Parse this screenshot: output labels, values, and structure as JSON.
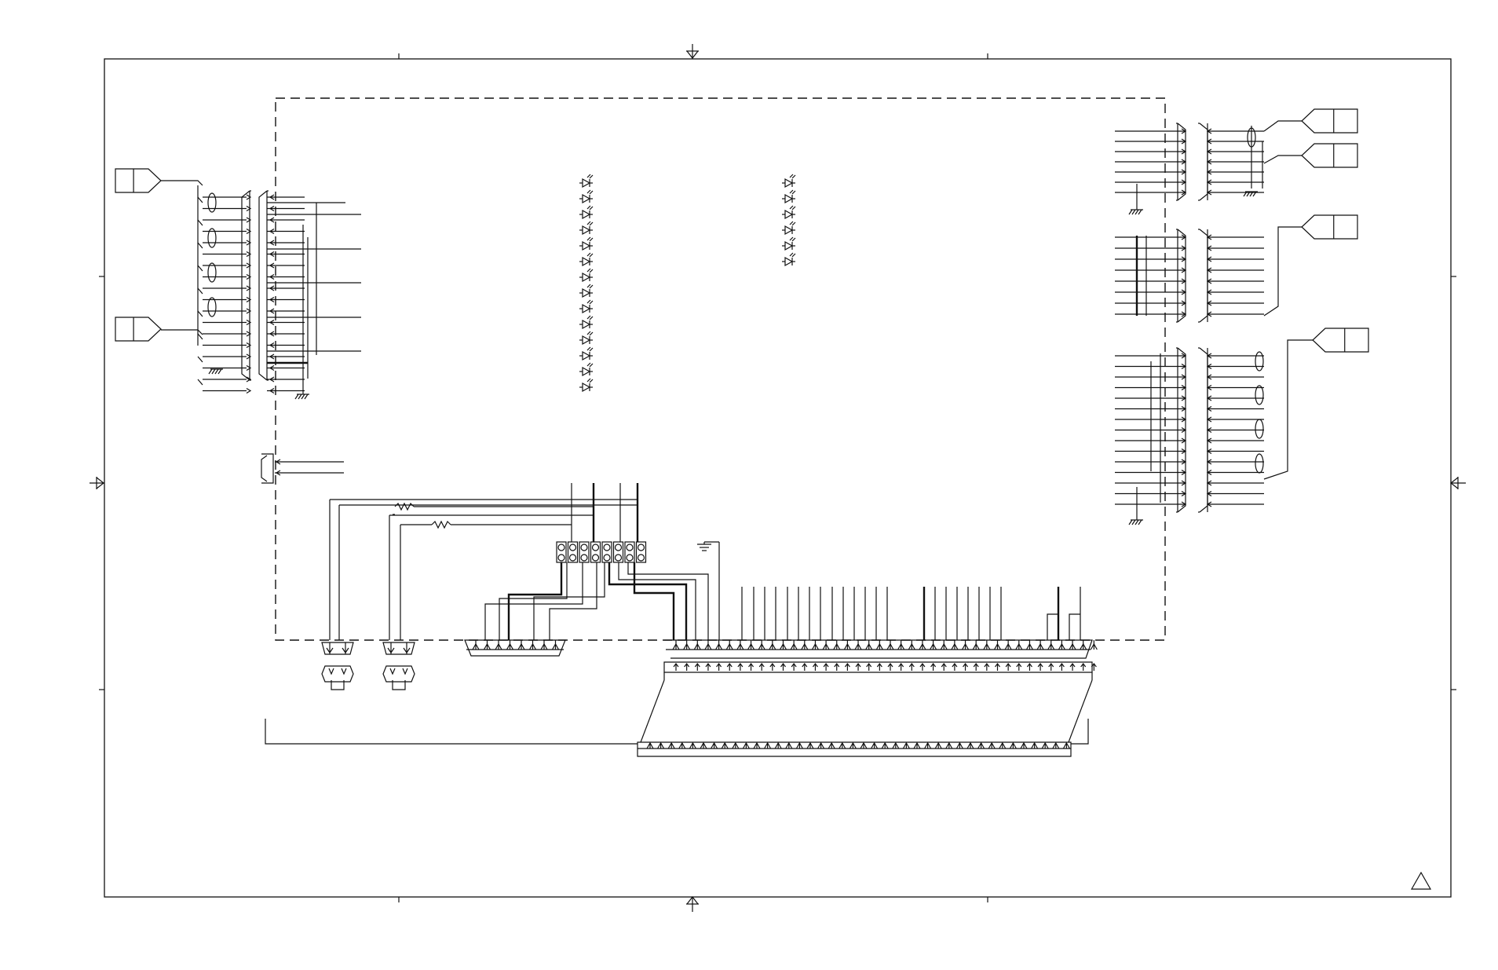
{
  "drawing": {
    "revision_symbol": "triangle",
    "line_color": "#111111",
    "background": "#ffffff"
  },
  "connectors": {
    "left_top_header_pins": 18,
    "left_aux_header_pins": 2,
    "right_top_header_pins": 7,
    "right_mid_header_pins": 8,
    "right_bottom_header_pins": 15,
    "bottom_small_headers": 2,
    "bottom_mid_header_pins": 8,
    "bottom_large_header_pins": 40,
    "flat_cable_pins": 40
  },
  "components": {
    "led_column_left_count": 14,
    "led_column_right_count": 6,
    "jumper_blocks": 8,
    "resistors": 2
  }
}
